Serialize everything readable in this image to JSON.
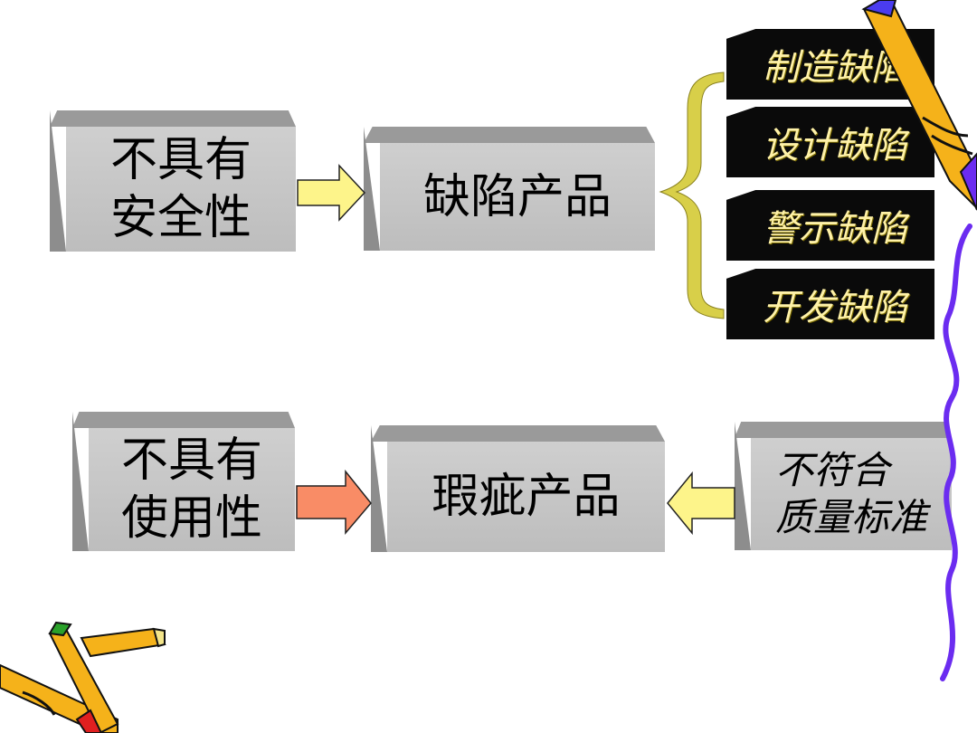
{
  "row1": {
    "source_box": "不具有\n安全性",
    "result_box": "缺陷产品",
    "types": [
      "制造缺陷",
      "设计缺陷",
      "警示缺陷",
      "开发缺陷"
    ]
  },
  "row2": {
    "source_box": "不具有\n使用性",
    "result_box": "瑕疵产品",
    "cause_box": "不符合\n质量标准"
  },
  "colors": {
    "yellow_arrow": "#fdf48a",
    "salmon_arrow": "#f98c66",
    "brace": "#d8cf49",
    "box_face": "#c7c7c7",
    "dark_box": "#0a0a0a",
    "dark_text": "#fff2a8",
    "squiggle": "#6b2cf0"
  },
  "icons": [
    "pencil-icon",
    "crayon-icon"
  ]
}
